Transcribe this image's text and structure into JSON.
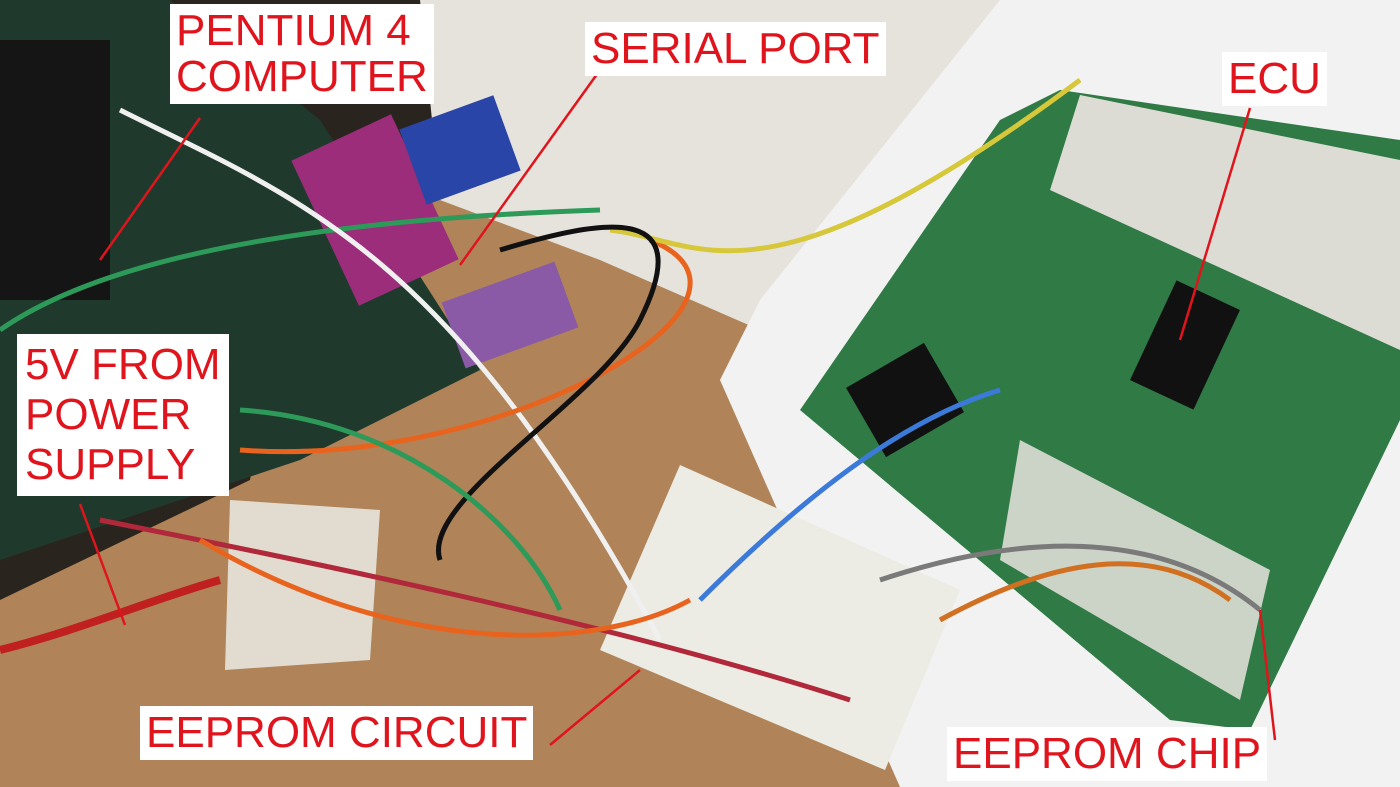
{
  "annotations": {
    "computer": "PENTIUM 4\nCOMPUTER",
    "serial_port": "SERIAL PORT",
    "ecu": "ECU",
    "power": "5V FROM\nPOWER\nSUPPLY",
    "eeprom_circuit": "EEPROM CIRCUIT",
    "eeprom_chip": "EEPROM CHIP"
  },
  "colors": {
    "label_text": "#e0141c",
    "label_bg": "#ffffff",
    "cork": "#b08458",
    "pcb": "#2f7a45",
    "paper": "#eeeeee"
  }
}
